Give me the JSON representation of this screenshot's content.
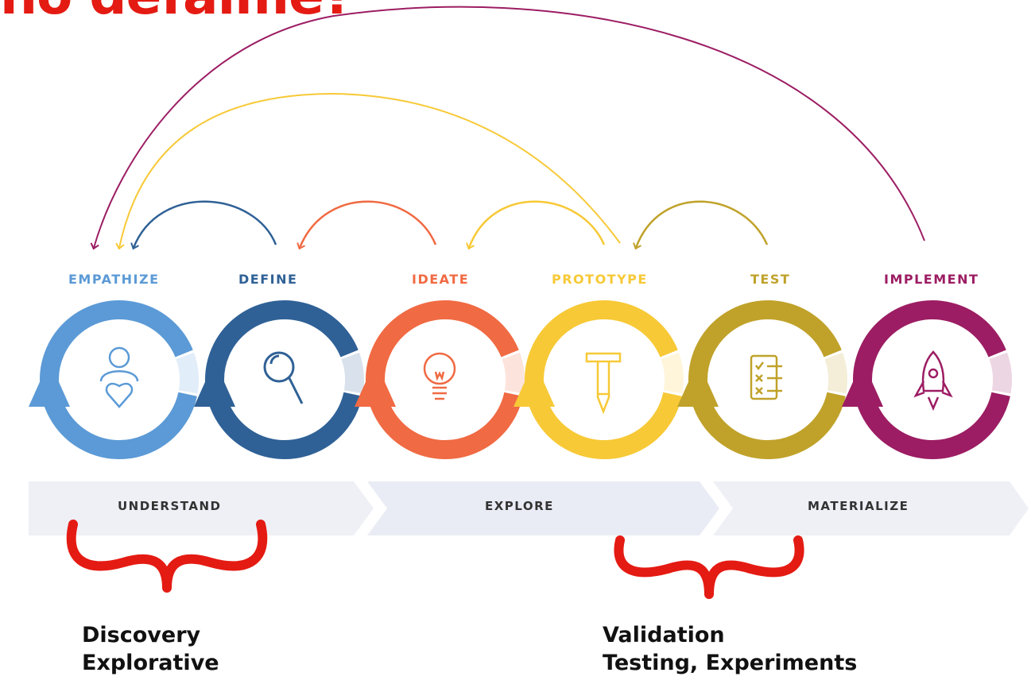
{
  "title": "no defalme?",
  "stages": [
    {
      "label": "EMPATHIZE",
      "color": "#5b9ad6",
      "icon": "person-heart-icon"
    },
    {
      "label": "DEFINE",
      "color": "#2f6196",
      "icon": "magnifier-icon"
    },
    {
      "label": "IDEATE",
      "color": "#f06a43",
      "icon": "lightbulb-icon"
    },
    {
      "label": "PROTOTYPE",
      "color": "#f7c936",
      "icon": "hammer-pencil-icon"
    },
    {
      "label": "TEST",
      "color": "#c0a22a",
      "icon": "checklist-icon"
    },
    {
      "label": "IMPLEMENT",
      "color": "#9c1d63",
      "icon": "rocket-icon"
    }
  ],
  "phases": [
    "UNDERSTAND",
    "EXPLORE",
    "MATERIALIZE"
  ],
  "notes": {
    "left": {
      "line1": "Discovery",
      "line2": "Explorative"
    },
    "right": {
      "line1": "Validation",
      "line2": "Testing, Experiments"
    }
  },
  "colors": {
    "accent": "#e41b13",
    "banner": "#eef0f6"
  }
}
